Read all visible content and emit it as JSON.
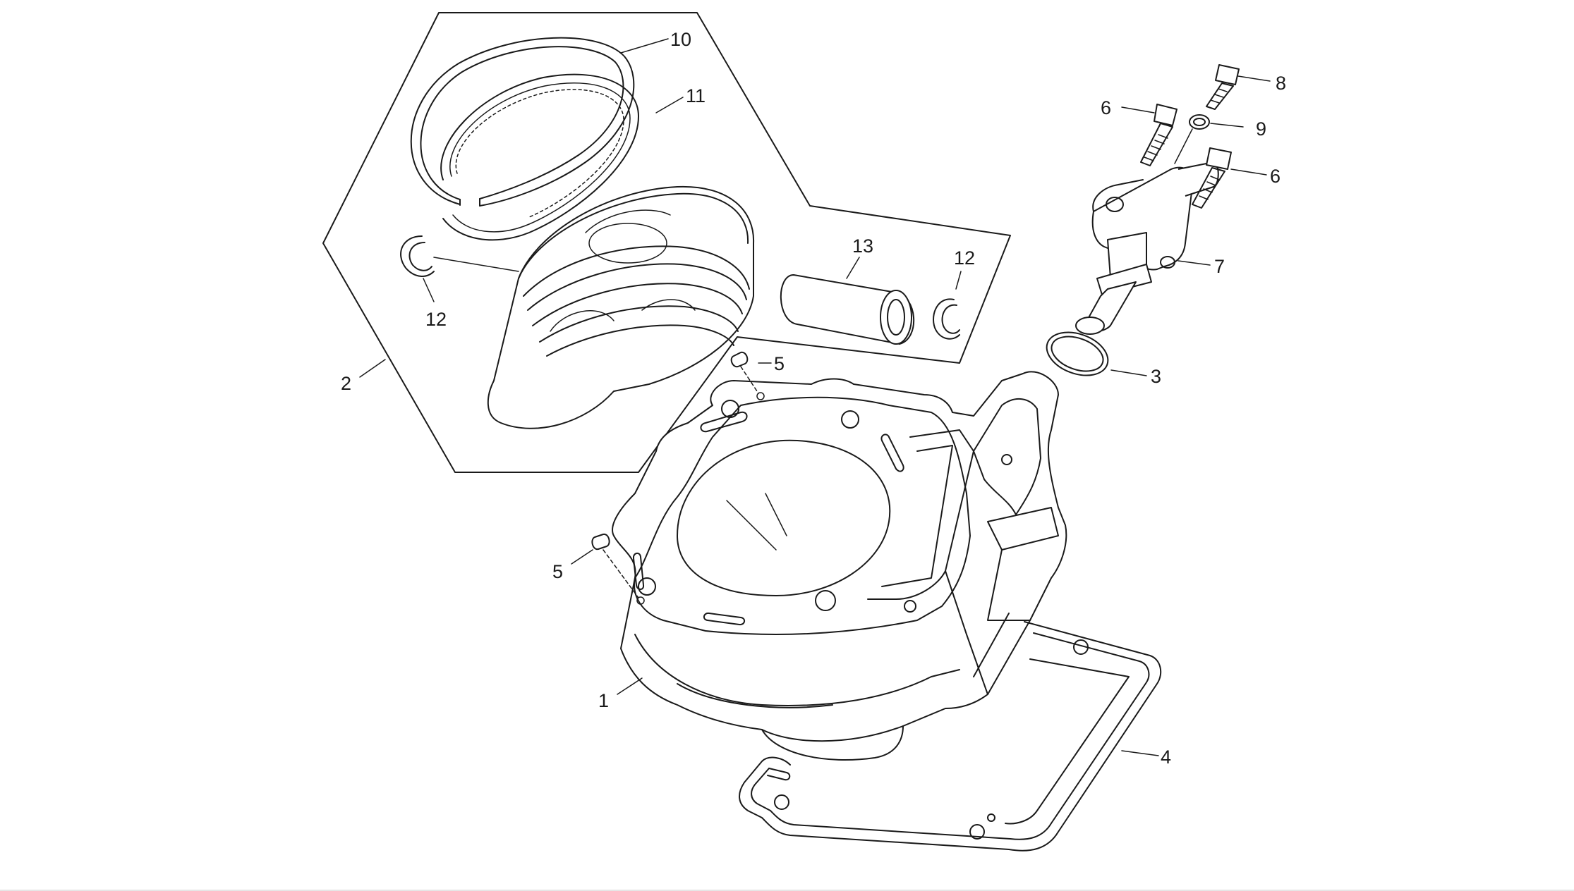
{
  "labels": {
    "l1": "1",
    "l2": "2",
    "l3": "3",
    "l4": "4",
    "l5a": "5",
    "l5b": "5",
    "l6a": "6",
    "l6b": "6",
    "l7": "7",
    "l8": "8",
    "l9": "9",
    "l10": "10",
    "l11": "11",
    "l12a": "12",
    "l12b": "12",
    "l13": "13"
  }
}
